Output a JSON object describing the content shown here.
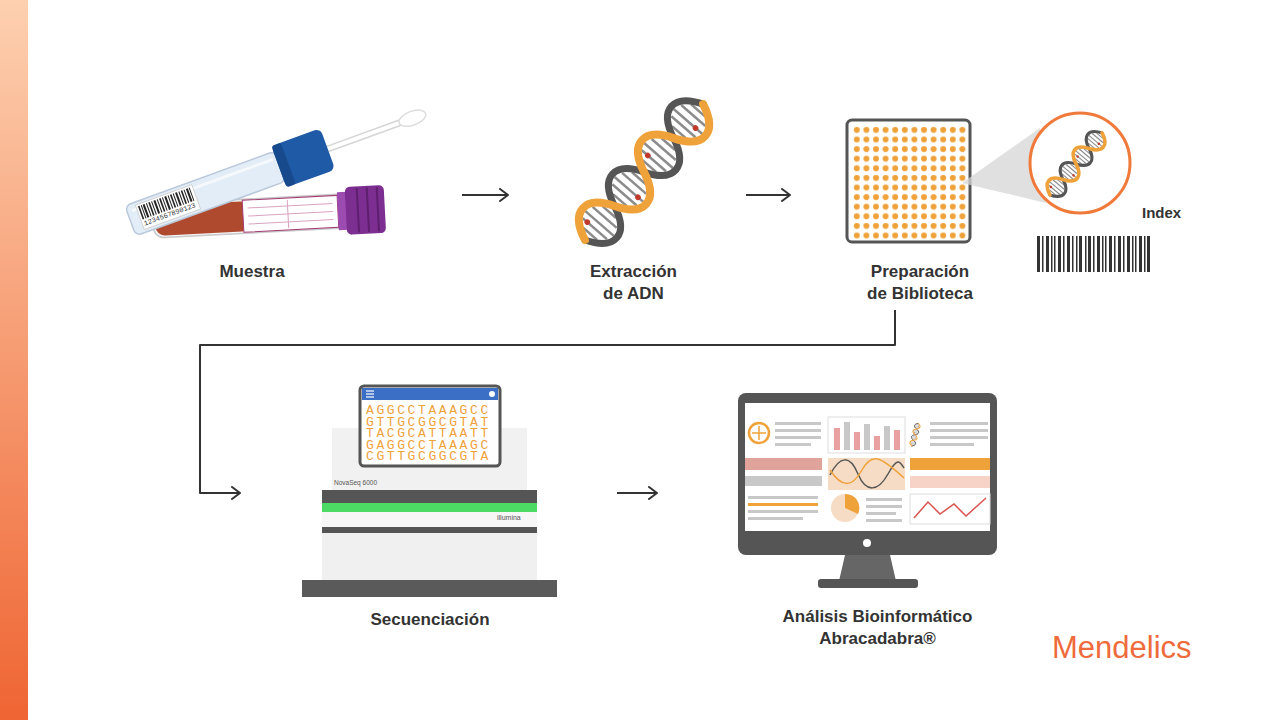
{
  "diagram": {
    "nodes": [
      {
        "text": [
          "Muestra"
        ]
      },
      {
        "text": [
          "Extracción de ADN"
        ]
      },
      {
        "text": [
          "Preparación de Biblioteca"
        ]
      },
      {
        "text": [
          "Secuenciación"
        ]
      },
      {
        "text": [
          "Análisis Bioinformático Abracadabra®"
        ]
      }
    ],
    "edges": [
      {
        "from": 0,
        "to": 1,
        "arrow": "to"
      },
      {
        "from": 1,
        "to": 2,
        "arrow": "to"
      },
      {
        "from": 2,
        "to": 3,
        "arrow": "to"
      },
      {
        "from": 3,
        "to": 4,
        "arrow": "to"
      }
    ],
    "labels": [
      "1234567890123",
      "Index",
      "AGGCCTAAAGCC",
      "GTTGCGGCGTAT",
      "TACGCATTAATT",
      "GAGGCCTAAAGC",
      "CGTTGCGGCGTA",
      "NovaSeq 6000",
      "illumina",
      "Mendelics"
    ]
  }
}
